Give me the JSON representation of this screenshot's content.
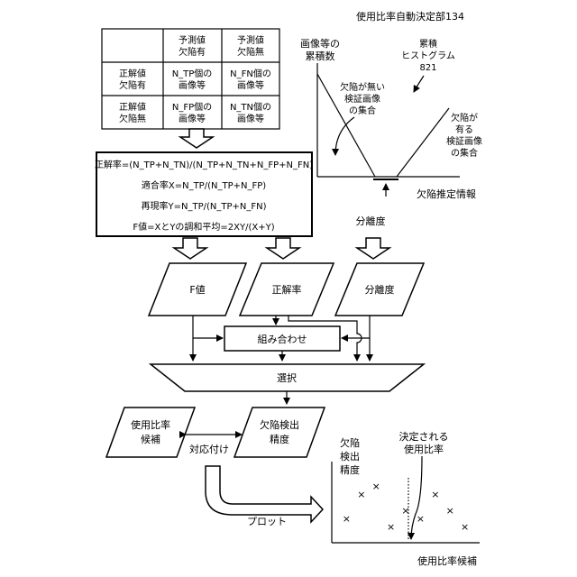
{
  "title": "使用比率自動決定部134",
  "table": {
    "col_headers": [
      [
        "予測値",
        "欠陥有"
      ],
      [
        "予測値",
        "欠陥無"
      ]
    ],
    "rows": [
      {
        "header": [
          "正解値",
          "欠陥有"
        ],
        "cells": [
          [
            "N_TP個の",
            "画像等"
          ],
          [
            "N_FN個の",
            "画像等"
          ]
        ]
      },
      {
        "header": [
          "正解値",
          "欠陥無"
        ],
        "cells": [
          [
            "N_FP個の",
            "画像等"
          ],
          [
            "N_TN個の",
            "画像等"
          ]
        ]
      }
    ]
  },
  "formulas": [
    "正解率=(N_TP+N_TN)/(N_TP+N_TN+N_FP+N_FN)",
    "適合率X=N_TP/(N_TP+N_FP)",
    "再現率Y=N_TP/(N_TP+N_FN)",
    "F値=XとYの調和平均=2XY/(X+Y)"
  ],
  "histogram": {
    "ylabel": [
      "画像等の",
      "累積数"
    ],
    "label": [
      "累積",
      "ヒストグラム",
      "821"
    ],
    "no_defect": [
      "欠陥が無い",
      "検証画像",
      "の集合"
    ],
    "defect": [
      "欠陥が",
      "有る",
      "検証画像",
      "の集合"
    ],
    "xlabel": "欠陥推定情報",
    "separation_label": "分離度"
  },
  "parallelograms": {
    "f": "F値",
    "acc": "正解率",
    "sep": "分離度"
  },
  "combine": "組み合わせ",
  "select": "選択",
  "candidate": [
    "使用比率",
    "候補"
  ],
  "precision": [
    "欠陥検出",
    "精度"
  ],
  "correspond": "対応付け",
  "plot": "プロット",
  "scatter": {
    "ylabel": [
      "欠陥",
      "検出",
      "精度"
    ],
    "annotation": [
      "決定される",
      "使用比率"
    ],
    "xlabel": "使用比率候補",
    "marker": "×",
    "points": [
      [
        1,
        3
      ],
      [
        2,
        6
      ],
      [
        3,
        7
      ],
      [
        4,
        2
      ],
      [
        5,
        4
      ],
      [
        6,
        3
      ],
      [
        7,
        6
      ],
      [
        8,
        4
      ],
      [
        9,
        2
      ]
    ],
    "ylim": [
      0,
      10
    ],
    "xlim": [
      0,
      10
    ]
  }
}
